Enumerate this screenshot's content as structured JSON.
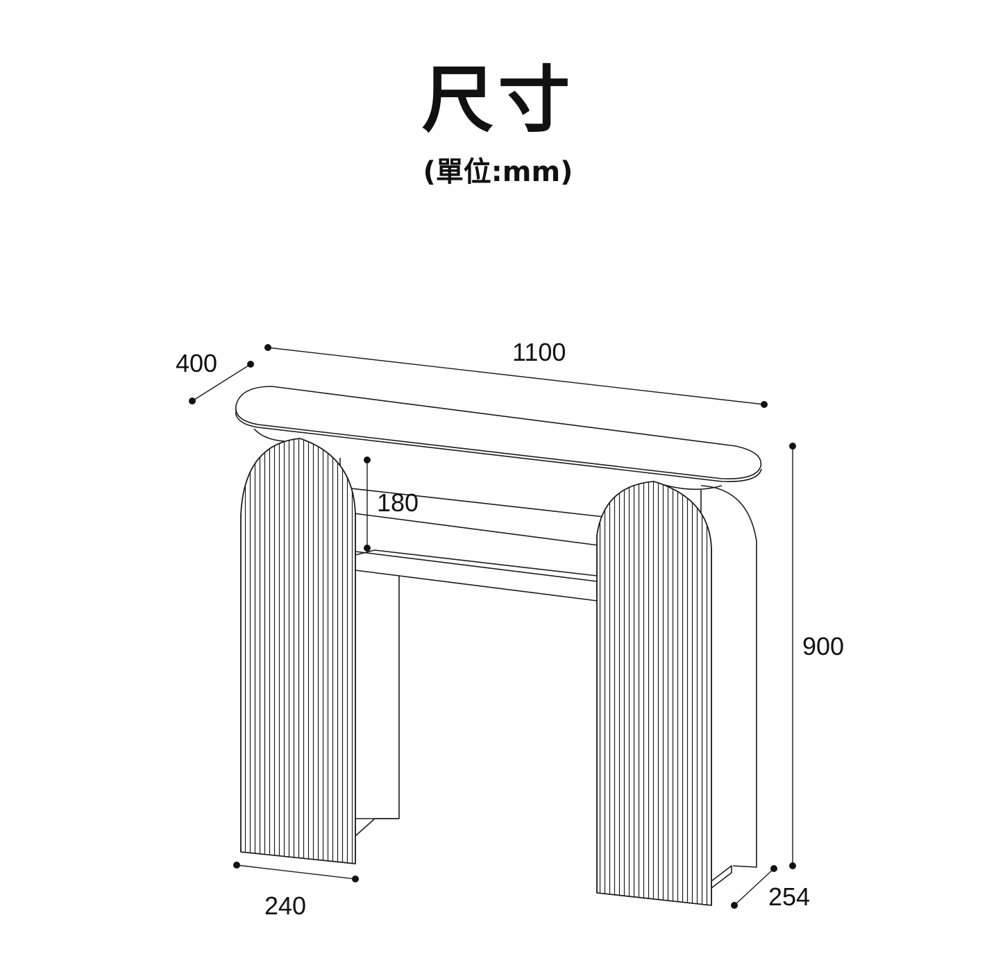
{
  "header": {
    "title": "尺寸",
    "subtitle": "(單位:mm)"
  },
  "dimensions": {
    "depth_top": "400",
    "width": "1100",
    "shelf_gap": "180",
    "height": "900",
    "leg_width": "240",
    "base_depth": "254"
  },
  "colors": {
    "line": "#1a1a1a",
    "background": "#ffffff"
  }
}
